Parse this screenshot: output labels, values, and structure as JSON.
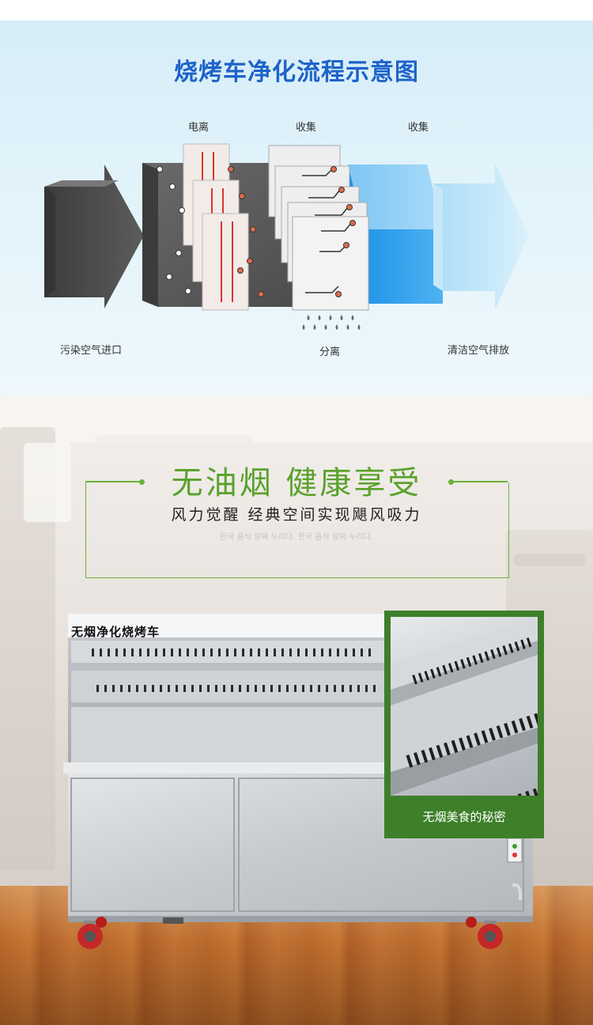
{
  "diagram": {
    "title": "烧烤车净化流程示意图",
    "stage_labels": {
      "ionization": "电离",
      "collection_1": "收集",
      "collection_2": "收集"
    },
    "bottom_labels": {
      "inlet": "污染空气进口",
      "separation": "分离",
      "outlet": "清洁空气排放"
    },
    "colors": {
      "title": "#1e63c9",
      "dirty_air": "#4a4a4a",
      "clean_air": "#2a9de8",
      "electrode": "#d6372e"
    }
  },
  "promo": {
    "headline": "无油烟 健康享受",
    "subline": "风力觉醒 经典空间实现飓风吸力",
    "korean_text": "한국 음식 알짜 누리다. 한국 음식 알짜 누리다.",
    "accent_color": "#5aa22c"
  },
  "product": {
    "name_label": "无烟净化烧烤车",
    "inset_caption": "无烟美食的秘密"
  }
}
